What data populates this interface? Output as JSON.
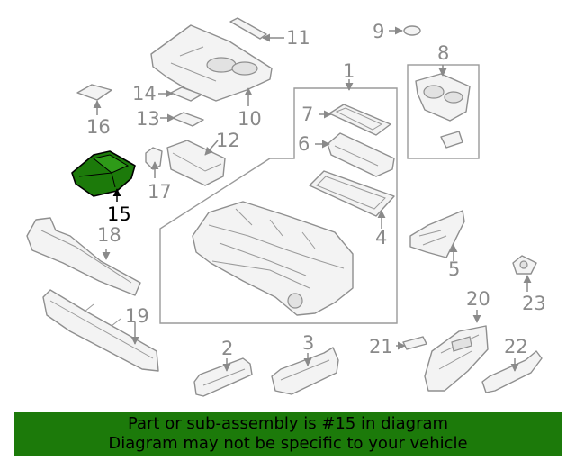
{
  "callouts": {
    "c1": "1",
    "c2": "2",
    "c3": "3",
    "c4": "4",
    "c5": "5",
    "c6": "6",
    "c7": "7",
    "c8": "8",
    "c9": "9",
    "c10": "10",
    "c11": "11",
    "c12": "12",
    "c13": "13",
    "c14": "14",
    "c15": "15",
    "c16": "16",
    "c17": "17",
    "c18": "18",
    "c19": "19",
    "c20": "20",
    "c21": "21",
    "c22": "22",
    "c23": "23"
  },
  "highlight": {
    "part": "15",
    "color": "#1c7a0a"
  },
  "banner": {
    "line1": "Part or sub-assembly is #15 in diagram",
    "line2": "Diagram may not be specific to your vehicle",
    "background": "#1c7a0a"
  }
}
